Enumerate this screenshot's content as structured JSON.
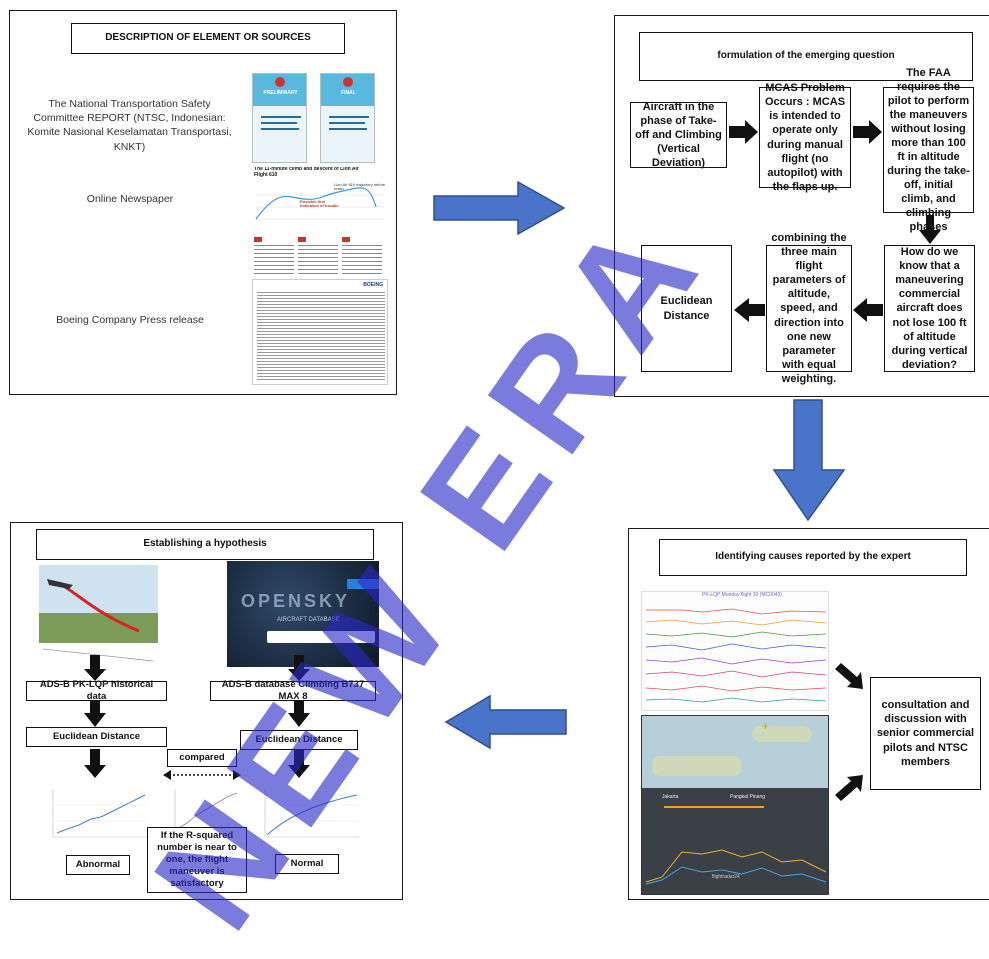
{
  "panel1": {
    "title": "DESCRIPTION OF ELEMENT OR SOURCES",
    "sources": [
      "The National Transportation Safety Committee REPORT (NTSC, Indonesian: Komite Nasional Keselamatan Transportasi, KNKT)",
      "Online Newspaper",
      "Boeing Company Press release"
    ],
    "report_covers": [
      "PRELIMINARY",
      "FINAL"
    ],
    "chart_title": "The 11-minute climb and descent of Lion Air Flight 610",
    "chart_annotations": [
      "Lion Air 610 trajectory before crash",
      "Possible first indication of trouble"
    ],
    "press_logo": "BOEING"
  },
  "panel2": {
    "title": "formulation of the emerging question",
    "box_aircraft": "Aircraft in the phase of Take-off and Climbing (Vertical Deviation)",
    "box_mcas": "MCAS Problem Occurs : MCAS is intended to operate only during manual flight (no autopilot) with the flaps up.",
    "box_faa": "The FAA requires the pilot to perform the maneuvers without losing more than 100 ft in altitude during the take-off, initial climb, and climbing phases",
    "box_question": "How do we know that a maneuvering commercial aircraft does not lose 100 ft of altitude during vertical deviation?",
    "box_combine": "combining the three main flight parameters of altitude, speed, and direction into one new parameter with equal weighting.",
    "box_euclid": "Euclidean Distance"
  },
  "panel3": {
    "title": "Identifying causes reported by the expert",
    "consult": "consultation and discussion with senior commercial pilots and NTSC members",
    "fdr_title": "PK-LQP Moriday flight 30 (MC0043)",
    "route_from": "Jakarta",
    "route_to": "Pangkal Pinang",
    "site_logo": "flightradar24"
  },
  "panel4": {
    "title": "Establishing a hypothesis",
    "left_label": "ADS-B PK-LQP historical data",
    "right_label": "ADS-B database Climbing B737 MAX 8",
    "euclid_left": "Euclidean Distance",
    "euclid_right": "Euclidean Distance",
    "compared": "compared",
    "rsq": "If the R-squared number is near to one, the flight maneuver is satisfactory",
    "abnormal": "Abnormal",
    "normal": "Normal",
    "opensky_text": "OPENSKY",
    "opensky_sub": "AIRCRAFT DATABASE"
  },
  "watermark": "NEW ERA",
  "colors": {
    "arrow_blue": "#4a74c9",
    "arrow_blue_dark": "#2f4f94",
    "watermark": "#2828c8"
  }
}
